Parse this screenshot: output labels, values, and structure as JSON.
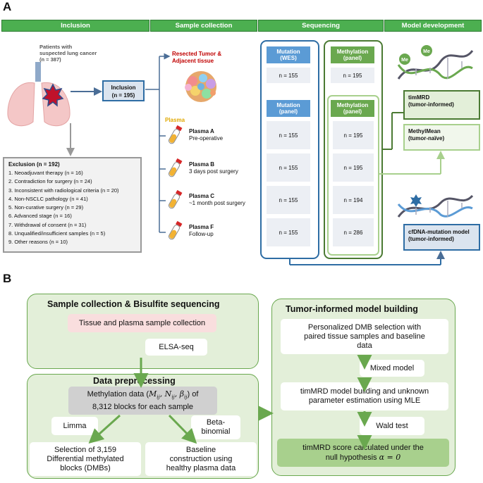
{
  "panelA": {
    "letter": "A",
    "headers": [
      "Inclusion",
      "Sample collection",
      "Sequencing",
      "Model development"
    ],
    "patients": {
      "line1": "Patients with",
      "line2": "suspected lung cancer",
      "line3": "(n = 387)"
    },
    "inclusion_box": {
      "label": "Inclusion",
      "count": "(n = 195)"
    },
    "exclusion": {
      "title": "Exclusion (n = 192)",
      "items": [
        "1.  Neoadjuvant therapy (n = 16)",
        "2.  Contradiction for surgery (n = 24)",
        "3.  Inconsistent with radiological criteria (n = 20)",
        "4.  Non-NSCLC pathology (n = 41)",
        "5.  Non-curative surgery (n = 29)",
        "6.  Advanced stage (n = 16)",
        "7.  Withdrawal of consent (n = 31)",
        "8.  Unqualified/insufficient samples (n = 5)",
        "9.  Other reasons (n = 10)"
      ]
    },
    "tissue": {
      "line1": "Resected Tumor &",
      "line2": "Adjacent tissue"
    },
    "plasma_label": "Plasma",
    "plasmas": [
      {
        "name": "Plasma A",
        "desc": "Pre-operative"
      },
      {
        "name": "Plasma B",
        "desc": "3 days post surgery"
      },
      {
        "name": "Plasma C",
        "desc": "~1 month post surgery"
      },
      {
        "name": "Plasma F",
        "desc": "Follow-up"
      }
    ],
    "mutation_wes": {
      "line1": "Mutation",
      "line2": "(WES)",
      "n": "n = 155"
    },
    "methylation_panel_top": {
      "line1": "Methylation",
      "line2": "(panel)",
      "n": "n = 195"
    },
    "mutation_panel": {
      "line1": "Mutation",
      "line2": "(panel)",
      "values": [
        "n = 155",
        "n = 155",
        "n = 155",
        "n = 155"
      ]
    },
    "methylation_panel": {
      "line1": "Methylation",
      "line2": "(panel)",
      "values": [
        "n = 195",
        "n = 195",
        "n = 194",
        "n = 286"
      ]
    },
    "me_labels": [
      "Me",
      "Me"
    ],
    "models": [
      {
        "line1": "timMRD",
        "line2": "(tumor-informed)"
      },
      {
        "line1": "MethylMean",
        "line2": "(tumor-naïve)"
      },
      {
        "line1": "cfDNA-mutation model",
        "line2": "(tumor-informed)"
      }
    ]
  },
  "panelB": {
    "letter": "B",
    "sample_title": "Sample collection & Bisulfite sequencing",
    "tissue_plasma": "Tissue and plasma  sample collection",
    "elsa": "ELSA-seq",
    "prep_title": "Data preprocessing",
    "meth_data_1": "Methylation data (",
    "meth_data_math": "M",
    "meth_data_2": "of",
    "meth_data_3": "8,312 blocks for each sample",
    "limma": "Limma",
    "beta1": "Beta-",
    "beta2": "binomial",
    "dmb1": "Selection of 3,159",
    "dmb2": "Differential methylated",
    "dmb3": "blocks (DMBs)",
    "base1": "Baseline",
    "base2": "construction using",
    "base3": "healthy plasma data",
    "model_title": "Tumor-informed model building",
    "pers1": "Personalized DMB selection with",
    "pers2": "paired tissue samples and baseline",
    "pers3": "data",
    "mixed": "Mixed model",
    "tim1": "timMRD model building and unknown",
    "tim2": "parameter estimation using MLE",
    "wald": "Wald test",
    "score1": "timMRD score calculated under the",
    "score2": "null hypothesis"
  }
}
